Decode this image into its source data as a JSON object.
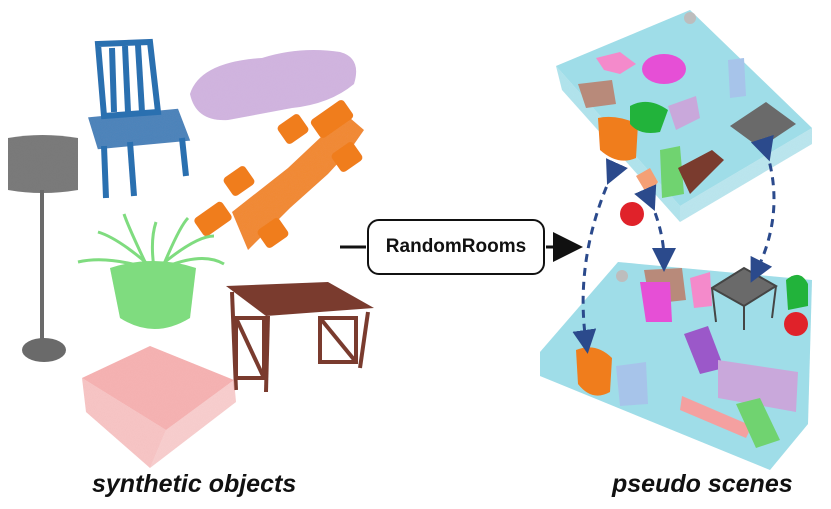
{
  "captions": {
    "left": "synthetic objects",
    "right": "pseudo scenes"
  },
  "method": {
    "label": "RandomRooms"
  },
  "colors": {
    "lamp": "#6b6b6b",
    "chair": "#2a6fb0",
    "car": "#c9a8db",
    "racecar": "#f07d1a",
    "plant": "#7fdc7f",
    "table": "#7a3b2e",
    "bed": "#f4a0a0",
    "floor": "#9fdde8",
    "arrow": "#2b4a8c"
  },
  "icons": [
    "point-cloud-lamp",
    "point-cloud-chair",
    "point-cloud-car",
    "point-cloud-racecar",
    "point-cloud-plant",
    "point-cloud-table",
    "point-cloud-bed",
    "point-cloud-scene-top",
    "point-cloud-scene-bottom"
  ]
}
